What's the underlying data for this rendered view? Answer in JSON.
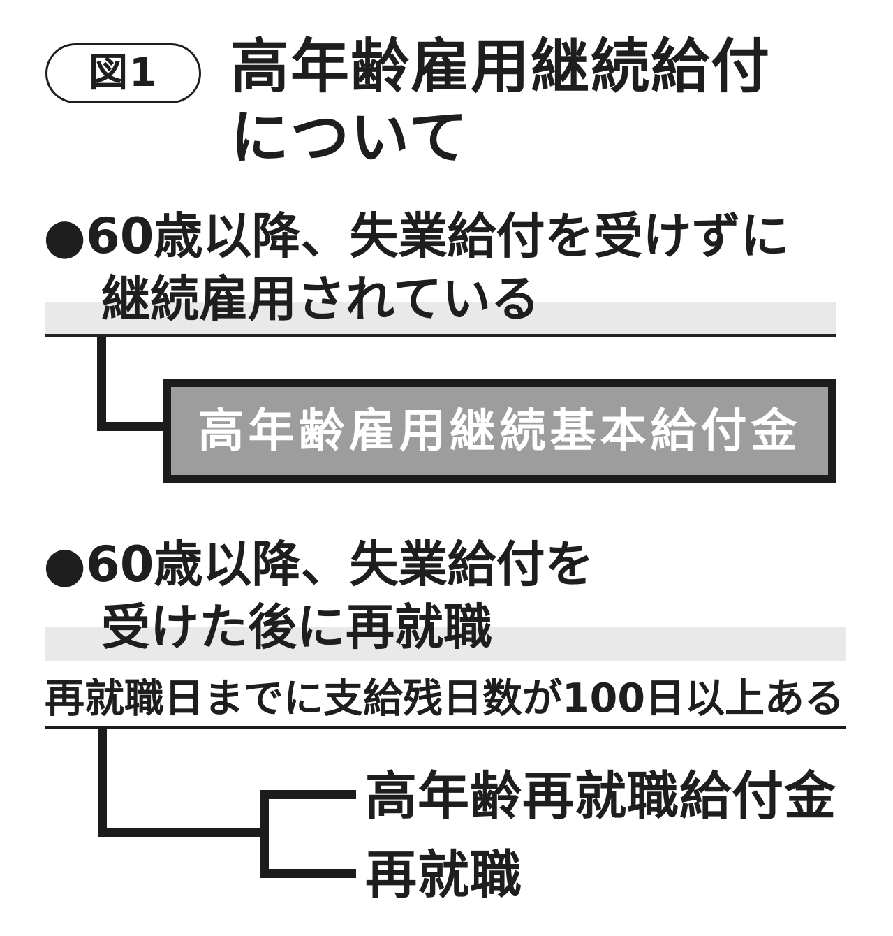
{
  "figure": {
    "badge": "図1",
    "title_line1": "高年齢雇用継続給付",
    "title_line2": "について"
  },
  "section1": {
    "bullet_line1": "●60歳以降、失業給付を受けずに",
    "bullet_line2": "継続雇用されている",
    "result_box": "高年齢雇用継続基本給付金"
  },
  "section2": {
    "bullet_line1": "●60歳以降、失業給付を",
    "bullet_line2": "受けた後に再就職",
    "condition": "再就職日までに支給残日数が100日以上ある",
    "branch1": "高年齢再就職給付金",
    "branch2": "再就職"
  },
  "colors": {
    "text_black": "#1e1e1e",
    "line_black": "#1c1c1c",
    "highlight_bar_gray": "#e9e9e9",
    "box_fill_gray": "#9d9d9d",
    "box_border": "#1c1c1c",
    "box_text": "#ffffff",
    "background": "#ffffff"
  }
}
